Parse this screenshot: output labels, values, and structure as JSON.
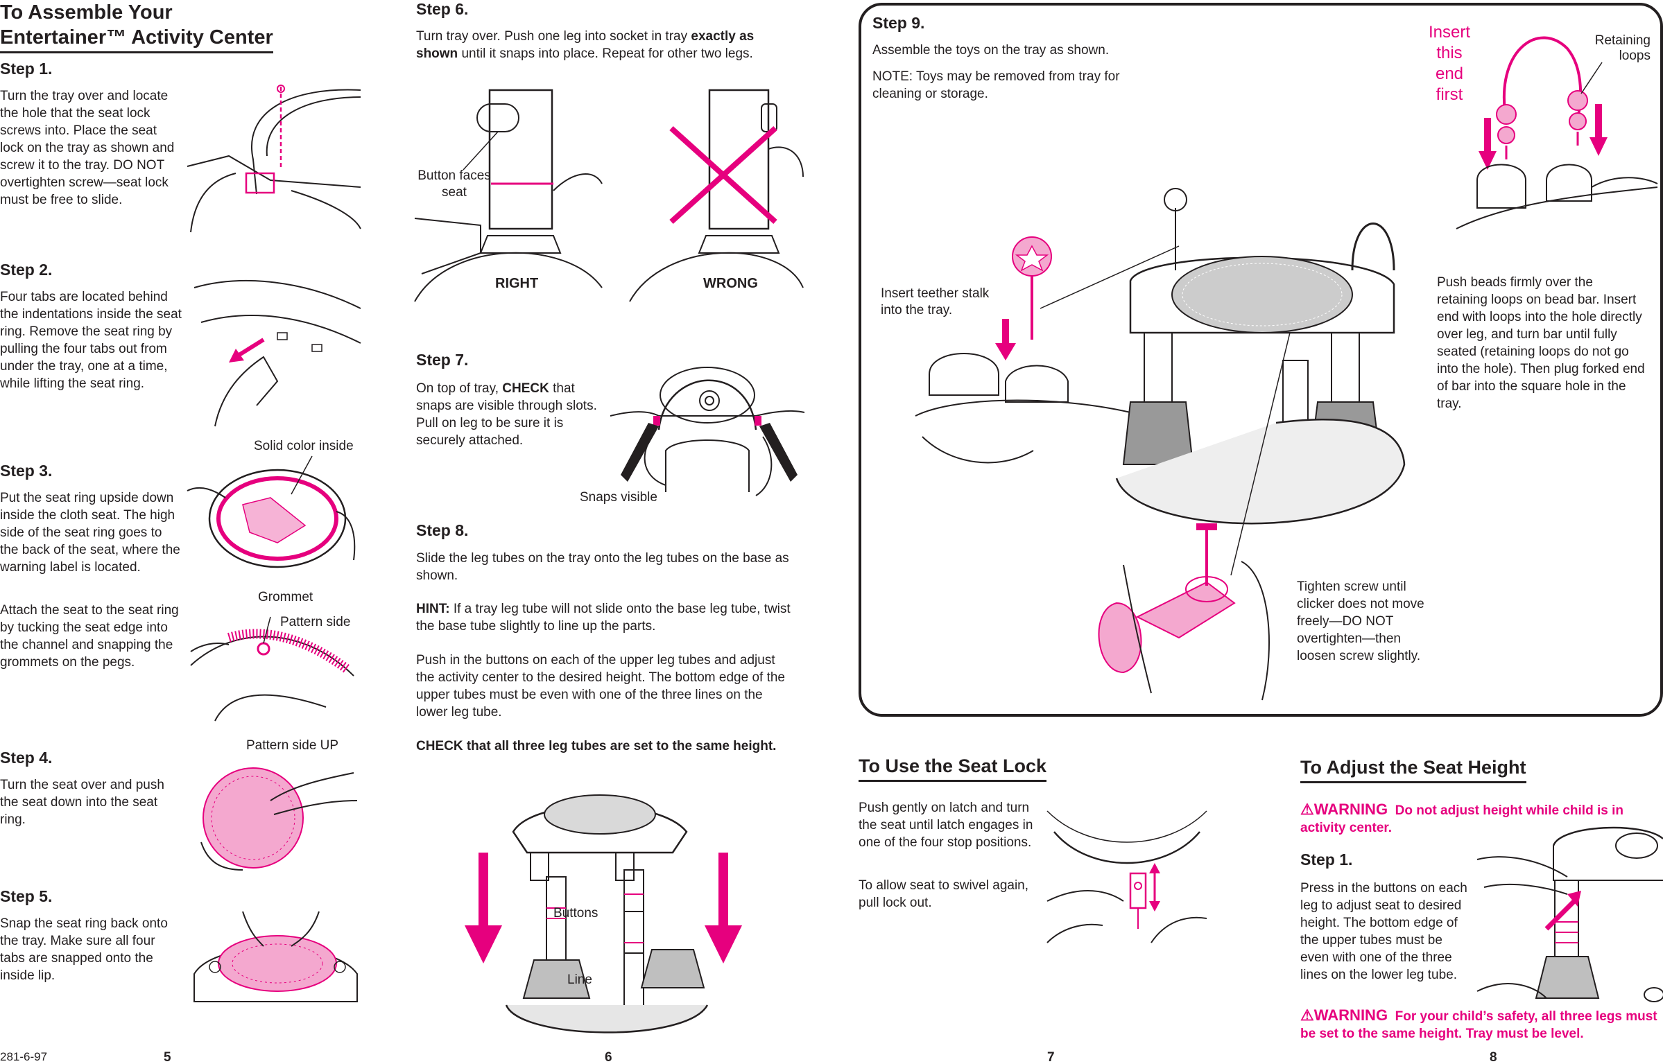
{
  "page5": {
    "title_line1": "To Assemble Your",
    "title_line2": "Entertainer™ Activity Center",
    "step1": {
      "heading": "Step 1.",
      "text": "Turn the tray over and locate the hole that the seat lock screws into. Place the seat lock on the tray as shown and screw it to the tray. DO NOT overtighten screw—seat lock must be free to slide."
    },
    "step2": {
      "heading": "Step 2.",
      "text": "Four tabs are located behind the indentations inside the seat ring. Remove the seat ring by pulling the four tabs out from under the tray, one at a time, while lifting the seat ring."
    },
    "step3": {
      "heading": "Step 3.",
      "text": "Put the seat ring upside down inside the cloth seat. The high side of the seat ring goes to the back of the seat, where the warning label is located.",
      "text2": "Attach the seat to the seat ring by tucking the seat edge into the channel and snapping the grommets on the pegs.",
      "label_solid": "Solid color inside",
      "label_grommet": "Grommet",
      "label_pattern": "Pattern side"
    },
    "step4": {
      "heading": "Step 4.",
      "text": "Turn the seat over and push the seat down into the seat ring.",
      "label_pattern_up": "Pattern side UP"
    },
    "step5": {
      "heading": "Step 5.",
      "text": "Snap the seat ring back onto the tray. Make sure all four tabs are snapped onto the inside lip."
    },
    "footer_code": "281-6-97",
    "page_number": "5"
  },
  "page6": {
    "step6": {
      "heading": "Step 6.",
      "text_a": "Turn tray over. Push one leg into socket in tray ",
      "text_bold": "exactly as shown",
      "text_b": " until it snaps into place. Repeat for other two legs.",
      "label_button": "Button faces seat",
      "label_right": "RIGHT",
      "label_wrong": "WRONG"
    },
    "step7": {
      "heading": "Step 7.",
      "text_a": "On top of tray, ",
      "text_bold": "CHECK",
      "text_b": " that snaps are visible through slots. Pull on leg to be sure it is securely attached.",
      "label_snaps": "Snaps visible"
    },
    "step8": {
      "heading": "Step 8.",
      "text1": "Slide the leg tubes on the tray onto the leg tubes on the base as shown.",
      "hint_label": "HINT:",
      "hint_text": " If a tray leg tube will not slide onto the base leg tube, twist the base tube slightly to line up the parts.",
      "text3": "Push in the buttons on each of the upper leg tubes and adjust the activity center to the desired height. The bottom edge of the upper tubes must be even with one of the three lines on the lower leg tube.",
      "check_text": "CHECK that all three leg tubes are set to the same height.",
      "label_buttons": "Buttons",
      "label_line": "Line"
    },
    "page_number": "6"
  },
  "page7": {
    "step9": {
      "heading": "Step 9.",
      "text": "Assemble the toys on the tray as shown.",
      "note": "NOTE: Toys may be removed from tray for cleaning or storage.",
      "label_teether": "Insert teether stalk into the tray.",
      "label_tighten": "Tighten screw until clicker does not move freely—DO NOT overtighten—then loosen screw slightly."
    },
    "seat_lock": {
      "heading": "To Use the Seat Lock",
      "text1": "Push gently on latch and turn the seat until latch engages in one of the four stop positions.",
      "text2": "To allow seat to swivel again, pull lock out."
    },
    "page_number": "7"
  },
  "page8": {
    "step9_labels": {
      "insert_end": "Insert this end first",
      "retaining": "Retaining loops",
      "push_beads": "Push beads firmly over the retaining loops on bead bar. Insert end with loops into the hole directly over leg, and turn bar until fully seated (retaining loops do not go into the hole). Then plug forked end of bar into the square hole in the tray."
    },
    "seat_height": {
      "heading": "To Adjust the Seat Height",
      "warning_word": "WARNING",
      "warning1": "Do not adjust height while child is in activity center.",
      "step1_heading": "Step 1.",
      "step1_text": "Press in the buttons on each leg to adjust seat to desired height. The bottom edge of the upper tubes must be even with one of the three lines on the lower leg tube.",
      "warning2": "For your child’s safety, all three legs must be set to the same height. Tray must be level."
    },
    "page_number": "8"
  },
  "colors": {
    "ink": "#231f20",
    "accent_pink": "#e6007e"
  }
}
